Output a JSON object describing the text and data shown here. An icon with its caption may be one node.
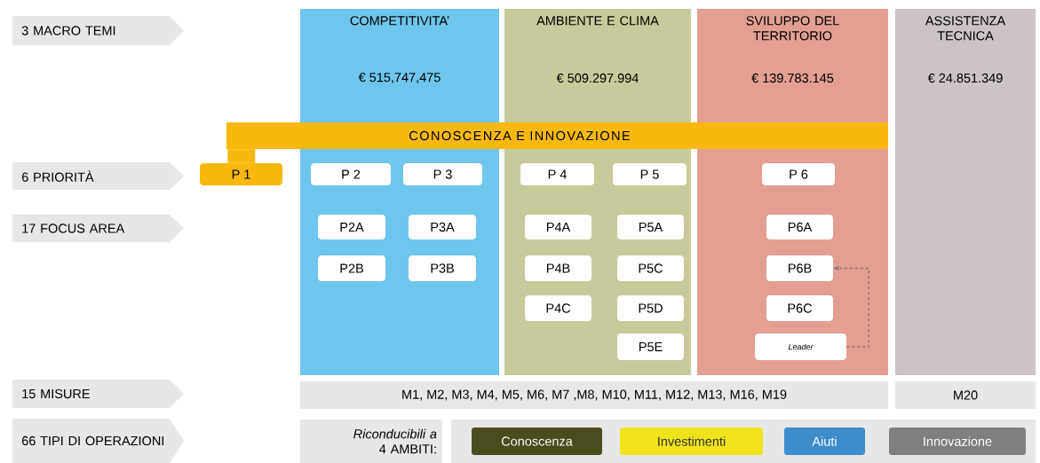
{
  "diagram": {
    "nodes": [
      {
        "text": [
          "3 MACRO TEMI"
        ]
      },
      {
        "text": [
          "COMPETITIVITA’",
          "€ 515,747,475"
        ]
      },
      {
        "text": [
          "AMBIENTE E CLIMA",
          "€ 509.297.994"
        ]
      },
      {
        "text": [
          "SVILUPPO DEL TERRITORIO",
          "€ 139.783.145"
        ]
      },
      {
        "text": [
          "ASSISTENZA TECNICA",
          "€ 24.851.349"
        ]
      },
      {
        "text": [
          "CONOSCENZA E INNOVAZIONE"
        ]
      },
      {
        "text": [
          "6 PRIORITÀ"
        ]
      },
      {
        "text": [
          "P 1"
        ]
      },
      {
        "text": [
          "P 2"
        ],
        "in": 1
      },
      {
        "text": [
          "P 3"
        ],
        "in": 1
      },
      {
        "text": [
          "P 4"
        ],
        "in": 2
      },
      {
        "text": [
          "P 5"
        ],
        "in": 2
      },
      {
        "text": [
          "P 6"
        ],
        "in": 3
      },
      {
        "text": [
          "17 FOCUS AREA"
        ]
      },
      {
        "text": [
          "P2A"
        ],
        "in": 1
      },
      {
        "text": [
          "P3A"
        ],
        "in": 1
      },
      {
        "text": [
          "P4A"
        ],
        "in": 2
      },
      {
        "text": [
          "P5A"
        ],
        "in": 2
      },
      {
        "text": [
          "P6A"
        ],
        "in": 3
      },
      {
        "text": [
          "P2B"
        ],
        "in": 1
      },
      {
        "text": [
          "P3B"
        ],
        "in": 1
      },
      {
        "text": [
          "P4B"
        ],
        "in": 2
      },
      {
        "text": [
          "P5C"
        ],
        "in": 2
      },
      {
        "text": [
          "P6B"
        ],
        "in": 3
      },
      {
        "text": [
          "P4C"
        ],
        "in": 2
      },
      {
        "text": [
          "P5D"
        ],
        "in": 2
      },
      {
        "text": [
          "P6C"
        ],
        "in": 3
      },
      {
        "text": [
          "P5E"
        ],
        "in": 2
      },
      {
        "text": [
          "Leader"
        ],
        "in": 3
      },
      {
        "text": [
          "15 MISURE"
        ]
      },
      {
        "text": [
          "M1, M2, M3, M4, M5, M6, M7 ,M8, M10, M11, M12, M13, M16, M19"
        ]
      },
      {
        "text": [
          "M20"
        ]
      },
      {
        "text": [
          "66 TIPI DI OPERAZIONI"
        ]
      },
      {
        "text": [
          "Riconducibili a",
          "4 AMBITI:"
        ]
      },
      {
        "text": [],
        "shape": "box"
      },
      {
        "text": [
          "Conoscenza"
        ],
        "in": 34
      },
      {
        "text": [
          "Investimenti"
        ],
        "in": 34
      },
      {
        "text": [
          "Aiuti"
        ],
        "in": 34
      },
      {
        "text": [
          "Innovazione"
        ],
        "in": 34
      }
    ],
    "edges": [
      {
        "from": 5,
        "to": 7,
        "arrow": "none",
        "style": "thick",
        "color": "#f8b80d"
      },
      {
        "from": 28,
        "to": 23,
        "arrow": "to",
        "style": "dashed",
        "color": "#8a7070"
      }
    ]
  }
}
